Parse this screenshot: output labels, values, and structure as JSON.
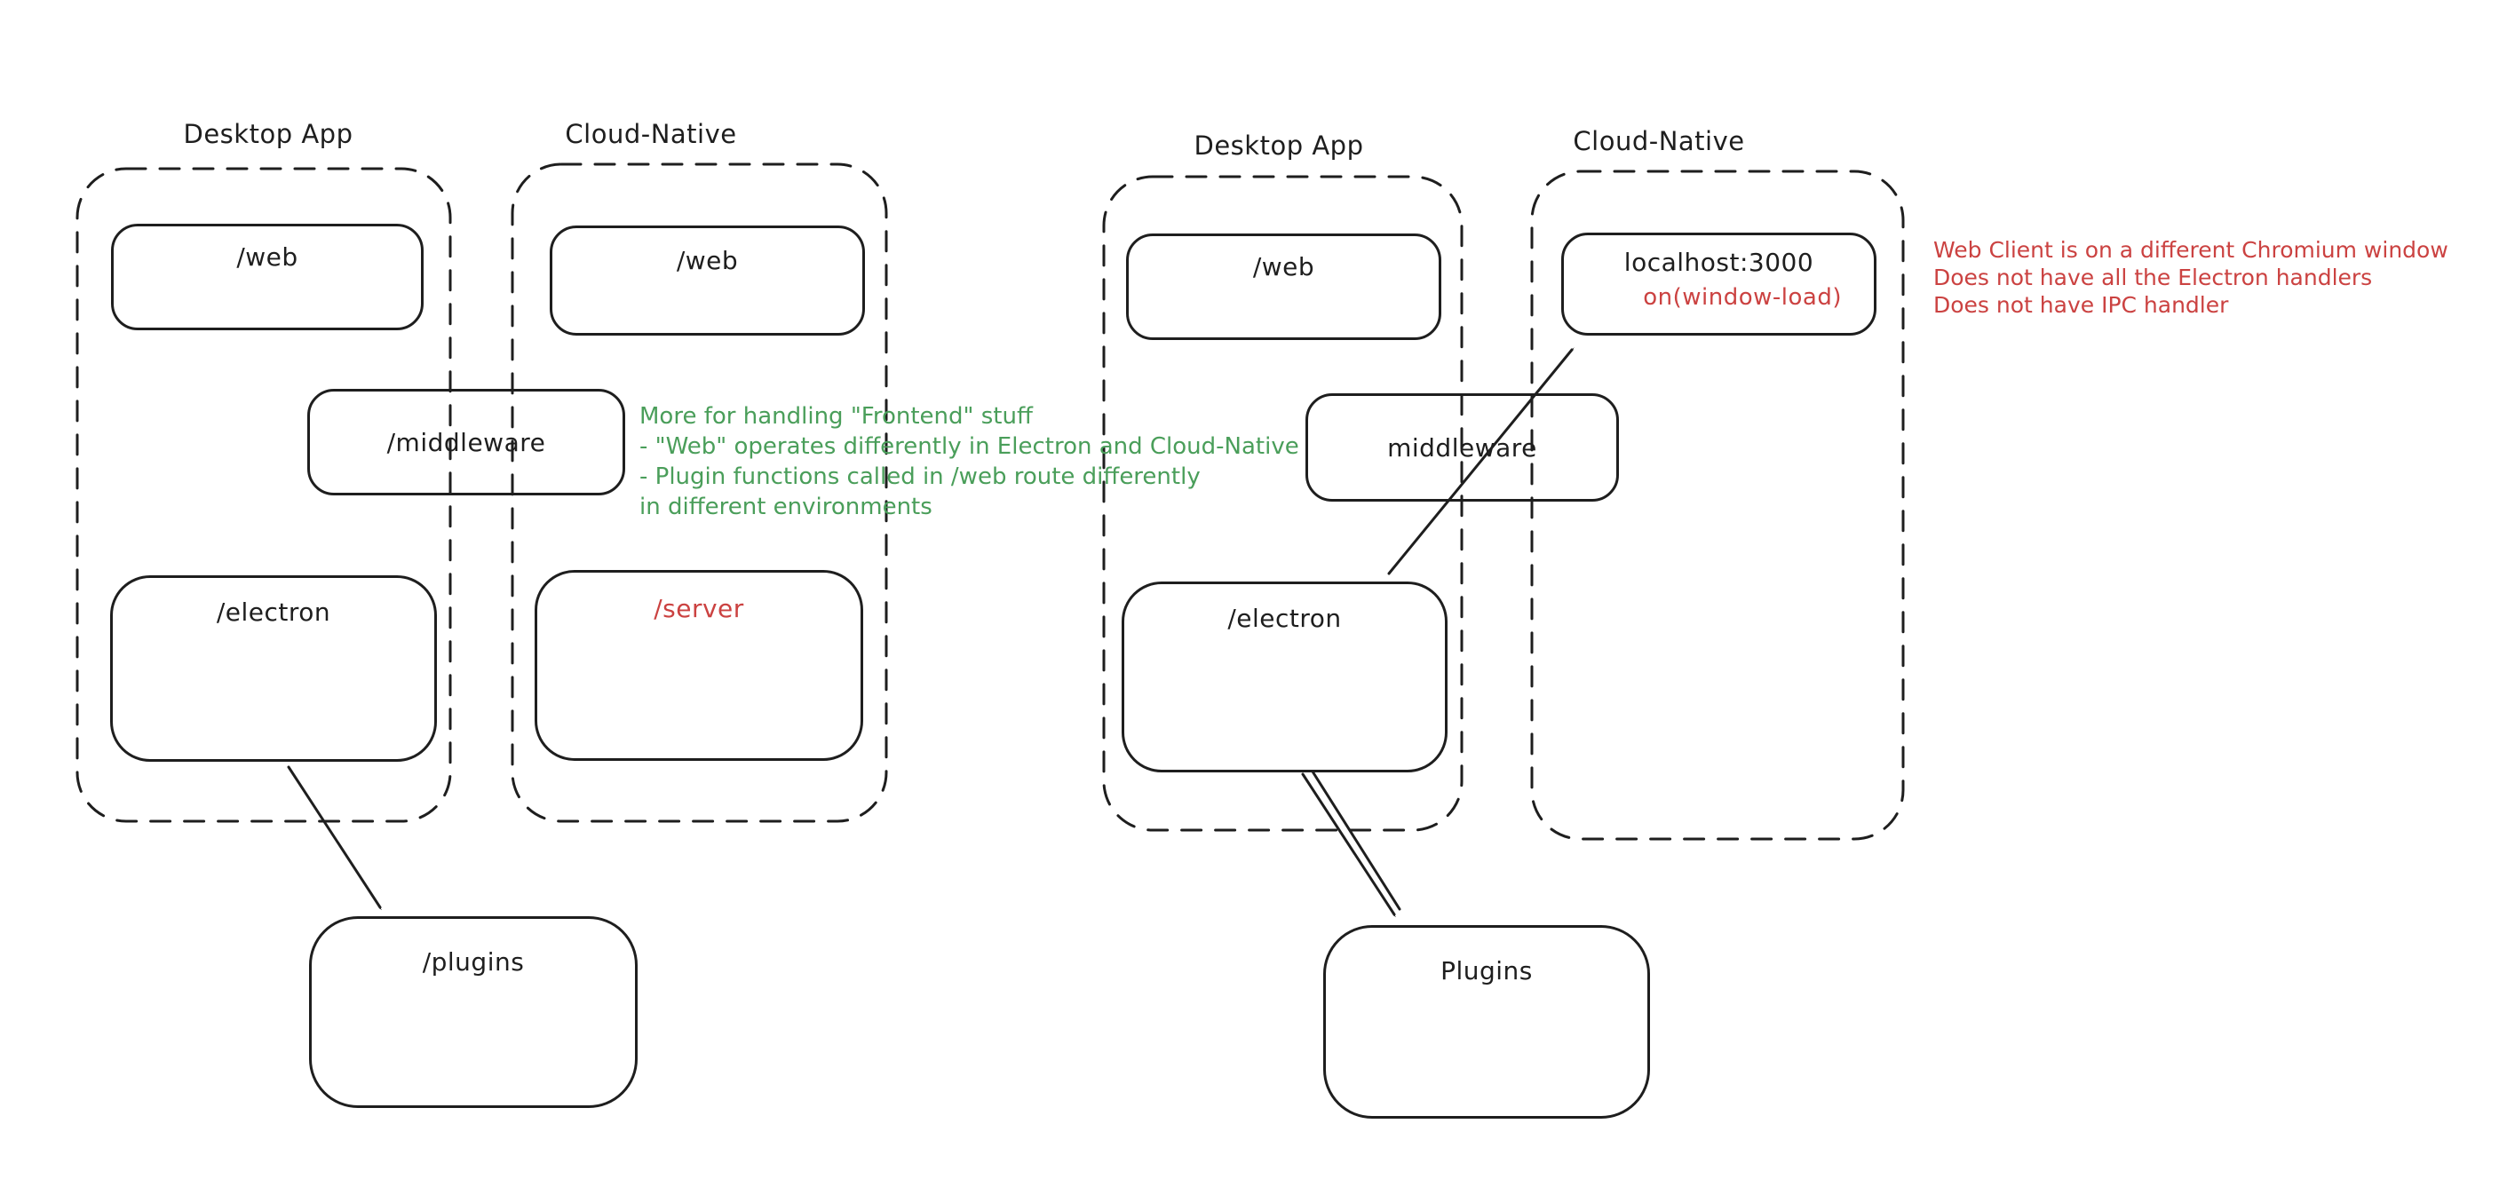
{
  "colors": {
    "stroke": "#1e1e1e",
    "red": "#cb4241",
    "green": "#4a9e5a",
    "background": "#ffffff"
  },
  "diagram1": {
    "desktop_label": "Desktop App",
    "cloud_label": "Cloud-Native",
    "web_desktop": "/web",
    "web_cloud": "/web",
    "middleware": "/middleware",
    "electron": "/electron",
    "server": "/server",
    "plugins": "/plugins",
    "green_note": [
      "More for handling \"Frontend\" stuff",
      "- \"Web\" operates differently in Electron and Cloud-Native",
      "- Plugin functions called in /web route differently",
      "in different environments"
    ]
  },
  "diagram2": {
    "desktop_label": "Desktop App",
    "cloud_label": "Cloud-Native",
    "web": "/web",
    "localhost": "localhost:3000",
    "window_load": "on(window-load)",
    "middleware": "middleware",
    "electron": "/electron",
    "plugins": "Plugins",
    "red_note": [
      "Web Client is on a different Chromium window",
      "Does not have all the Electron handlers",
      "Does not have IPC handler"
    ]
  }
}
